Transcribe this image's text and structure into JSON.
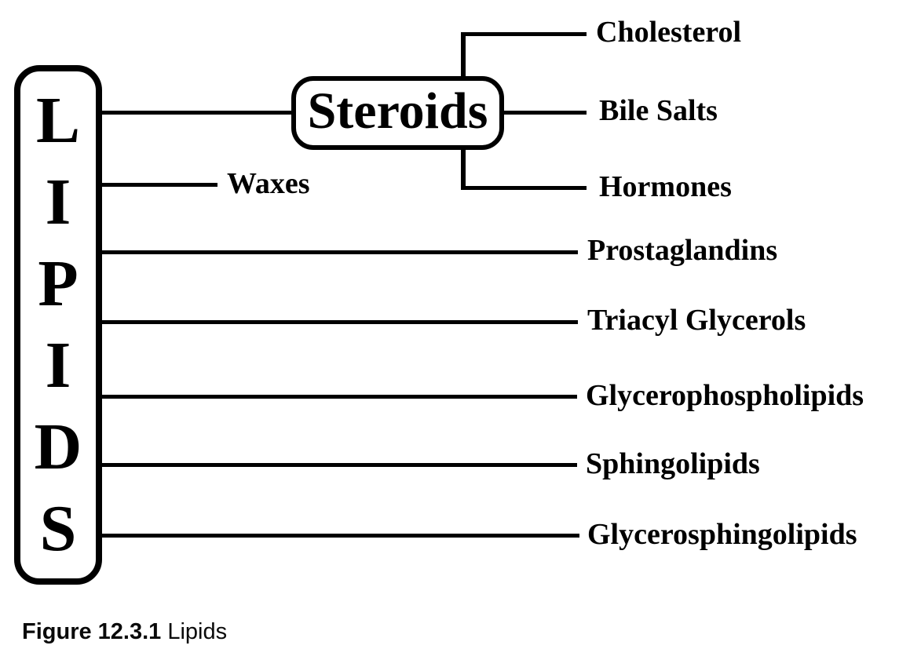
{
  "page": {
    "background_color": "#ffffff",
    "ink_color": "#000000"
  },
  "diagram": {
    "root": {
      "title": "LIPIDS",
      "letters": [
        "L",
        "I",
        "P",
        "I",
        "D",
        "S"
      ]
    },
    "steroids_node": {
      "label": "Steroids"
    },
    "steroid_children": [
      {
        "label": "Cholesterol"
      },
      {
        "label": "Bile Salts"
      },
      {
        "label": "Hormones"
      }
    ],
    "branches": [
      {
        "label": "Waxes"
      },
      {
        "label": "Prostaglandins"
      },
      {
        "label": "Triacyl Glycerols"
      },
      {
        "label": "Glycerophospholipids"
      },
      {
        "label": "Sphingolipids"
      },
      {
        "label": "Glycerosphingolipids"
      }
    ]
  },
  "caption": {
    "figure_label": "Figure 12.3.1",
    "figure_title": "Lipids"
  }
}
